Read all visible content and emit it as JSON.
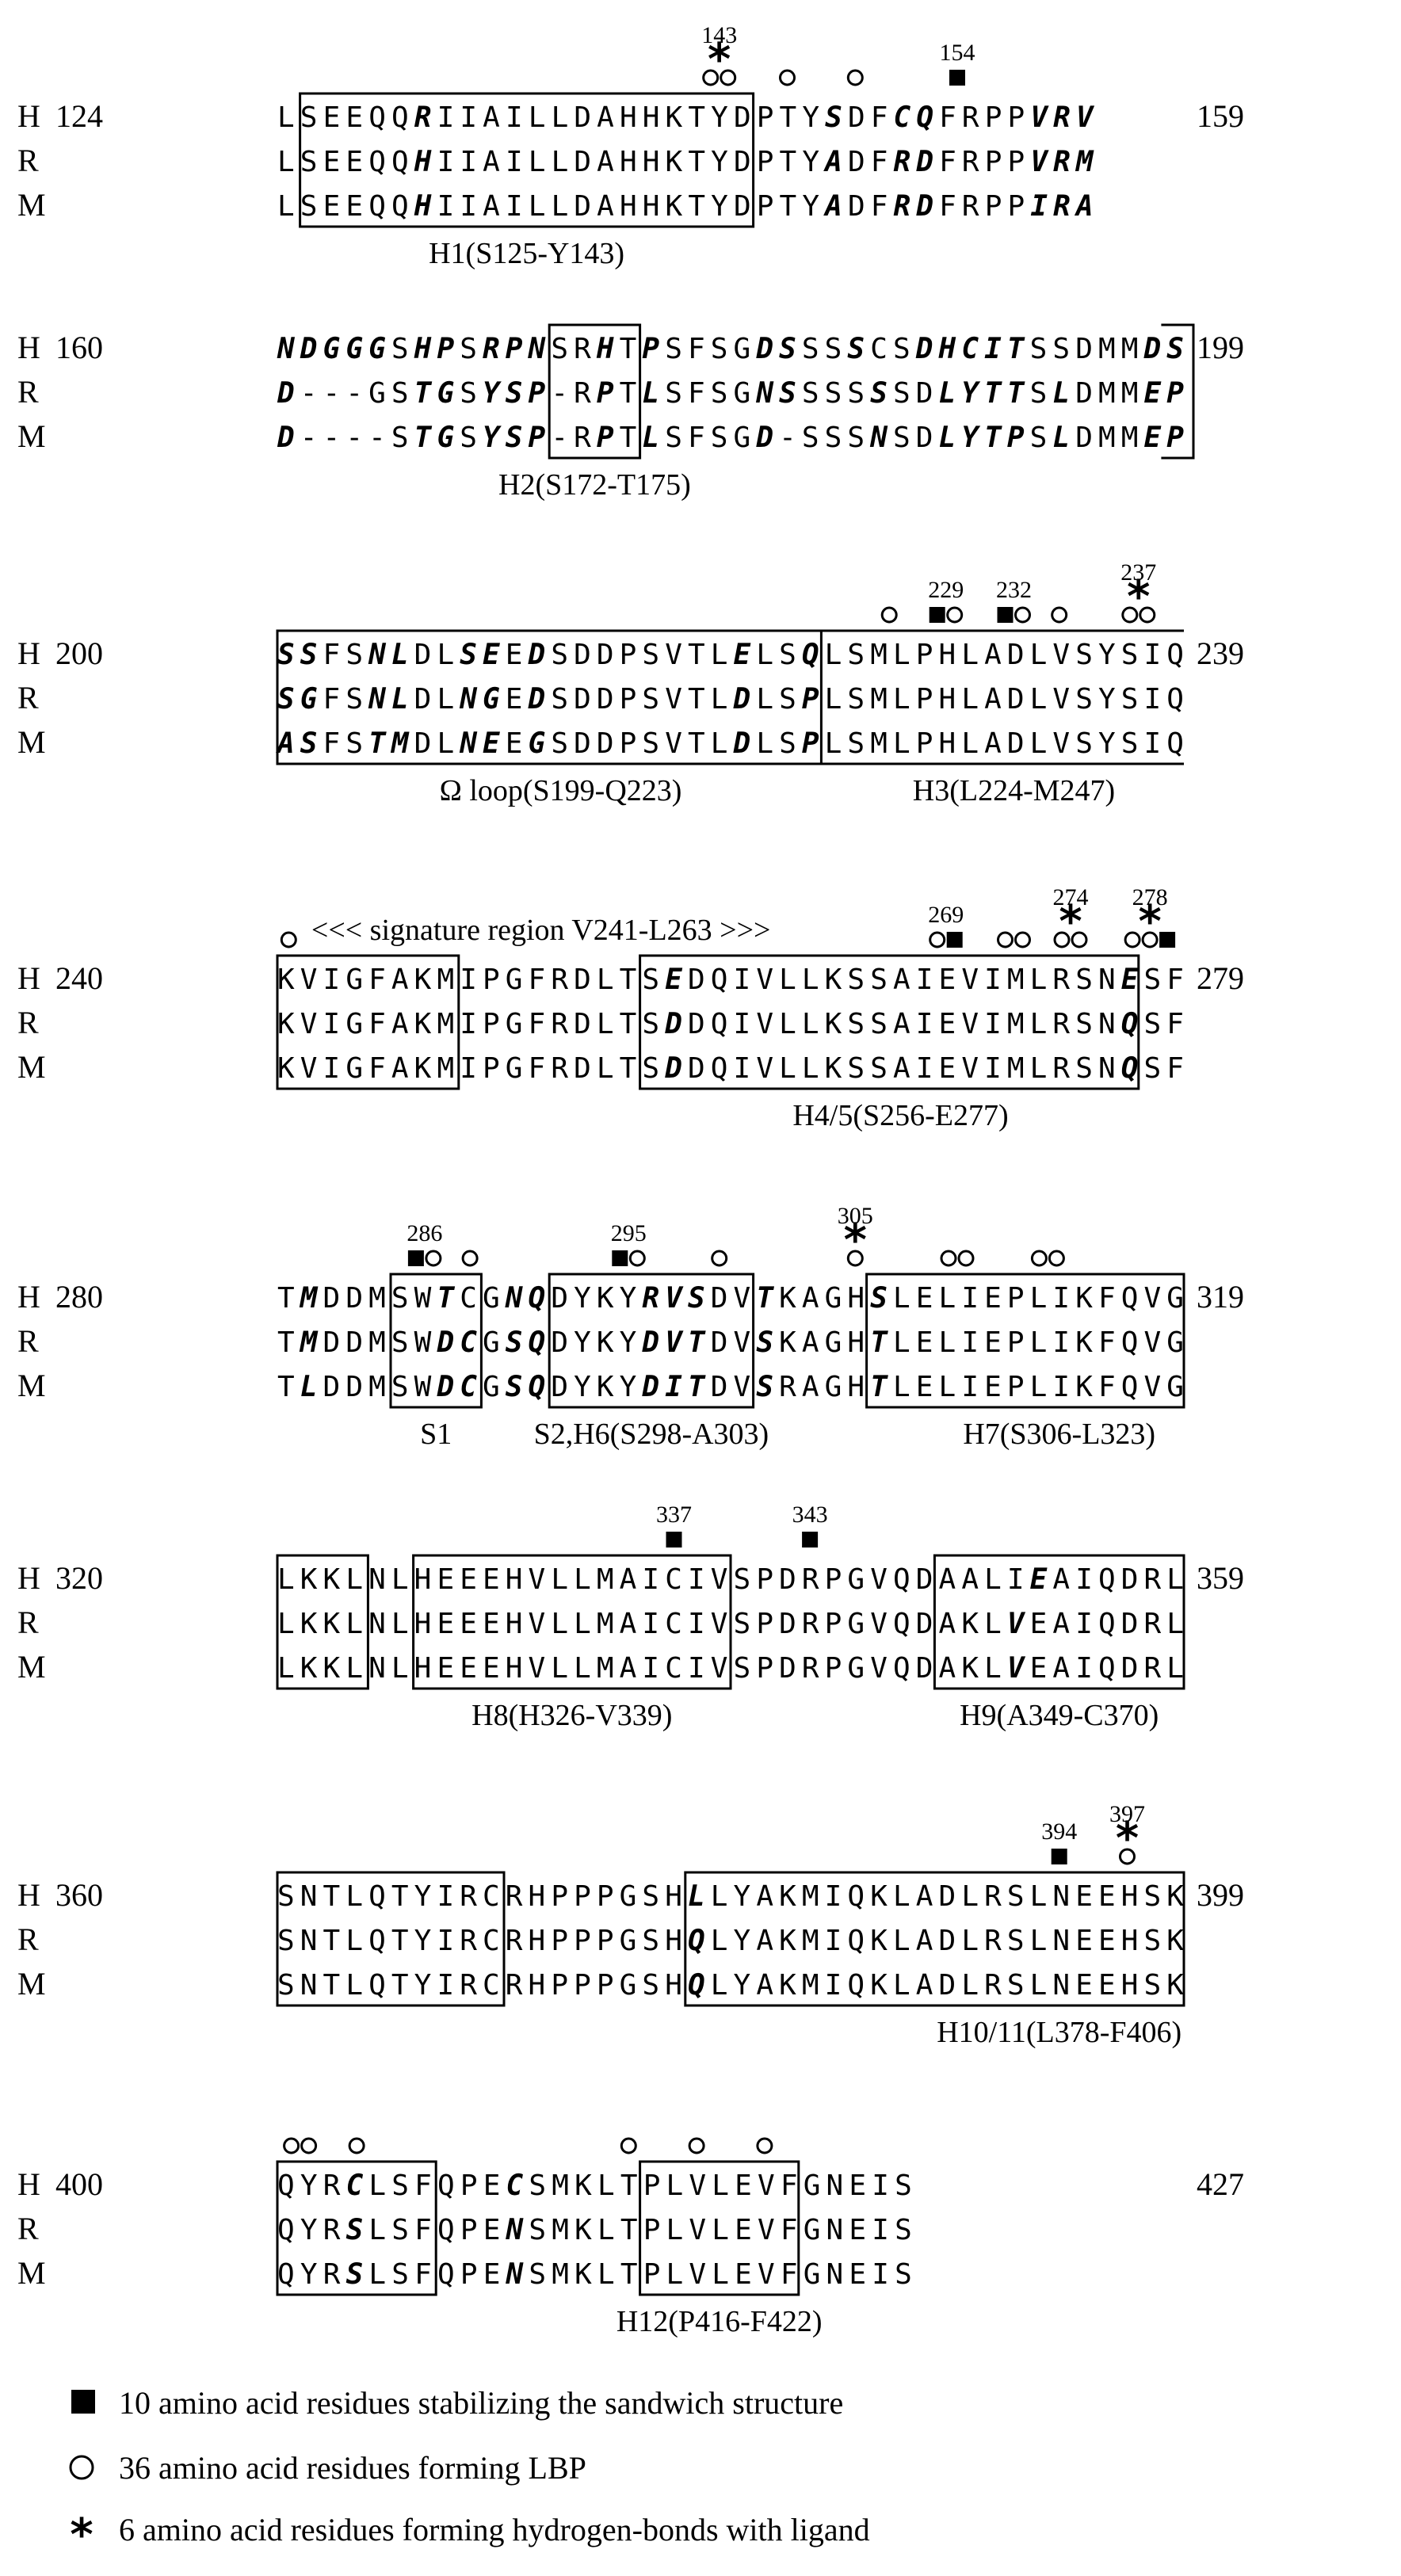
{
  "legend": [
    {
      "symbol": "square",
      "text": "10 amino acid residues stabilizing the sandwich structure"
    },
    {
      "symbol": "circle",
      "text": "36 amino acid residues forming LBP"
    },
    {
      "symbol": "asterisk",
      "text": "6 amino acid residues forming hydrogen-bonds with ligand"
    }
  ],
  "blocks": [
    {
      "rows": [
        {
          "species": "H",
          "start": "124",
          "end": "159",
          "seq": "LSEEQQRIIAILLDAHHKTYDPTYSDFCQFRPPVRV",
          "bold": [
            6,
            24,
            27,
            28,
            33,
            34,
            35
          ]
        },
        {
          "species": "R",
          "start": "",
          "end": "",
          "seq": "LSEEQQHIIAILLDAHHKTYDPTYADFRDFRPPVRM",
          "bold": [
            6,
            24,
            27,
            28,
            33,
            34,
            35
          ]
        },
        {
          "species": "M",
          "start": "",
          "end": "",
          "seq": "LSEEQQHIIAILLDAHHKTYDPTYADFRDFRPPIRA",
          "bold": [
            6,
            24,
            27,
            28,
            33,
            34,
            35
          ]
        }
      ],
      "boxes": [
        [
          1,
          20
        ]
      ],
      "lines": [],
      "captions": [
        {
          "text": "H1(S125-Y143)",
          "col": 10.5
        }
      ],
      "markers": [
        {
          "col": 19,
          "symbols": [
            "circle",
            "circle"
          ],
          "star": true,
          "num": "143"
        },
        {
          "col": 22,
          "symbols": [
            "circle"
          ]
        },
        {
          "col": 25,
          "symbols": [
            "circle"
          ]
        },
        {
          "col": 29.5,
          "symbols": [
            "square"
          ],
          "num": "154"
        }
      ],
      "extra": ""
    },
    {
      "rows": [
        {
          "species": "H",
          "start": "160",
          "end": "199",
          "seq": "NDGGGSHPSRPNSRHTPSFSGDSSSSCSDHCITSSDMMDS",
          "bold": [
            0,
            1,
            2,
            3,
            4,
            6,
            7,
            9,
            10,
            11,
            14,
            16,
            21,
            22,
            25,
            28,
            29,
            30,
            31,
            32,
            38,
            39
          ]
        },
        {
          "species": "R",
          "start": "",
          "end": "",
          "seq": "D---GSTGSYSP-RPTLSFSGNSSSSSSDLYTTSLDMMEP",
          "bold": [
            0,
            6,
            7,
            9,
            10,
            11,
            14,
            16,
            21,
            22,
            26,
            29,
            30,
            31,
            32,
            34,
            38,
            39
          ]
        },
        {
          "species": "M",
          "start": "",
          "end": "",
          "seq": "D----STGSYSP-RPTLSFSGD-SSSNSDLYTPSLDMMEP",
          "bold": [
            0,
            6,
            7,
            9,
            10,
            11,
            14,
            16,
            21,
            26,
            29,
            30,
            31,
            32,
            34,
            38,
            39
          ]
        }
      ],
      "boxes": [
        [
          12,
          15
        ]
      ],
      "lines": [],
      "bracket": {
        "col": 39
      },
      "captions": [
        {
          "text": "H2(S172-T175)",
          "col": 13.5
        }
      ],
      "markers": []
    },
    {
      "rows": [
        {
          "species": "H",
          "start": "200",
          "end": "239",
          "seq": "SSFSNLDLSEEDSDDPSVTLELSQLSMLPHLADLVSYSIQ",
          "bold": [
            0,
            1,
            4,
            5,
            8,
            9,
            11,
            20,
            23
          ]
        },
        {
          "species": "R",
          "start": "",
          "end": "",
          "seq": "SGFSNLDLNGEDSDDPSVTLDLSPLSMLPHLADLVSYSIQ",
          "bold": [
            0,
            1,
            4,
            5,
            8,
            9,
            11,
            20,
            23
          ]
        },
        {
          "species": "M",
          "start": "",
          "end": "",
          "seq": "ASFSTMDLNEEGSDDPSVTLDLSPLSMLPHLADLVSYSIQ",
          "bold": [
            0,
            1,
            4,
            5,
            8,
            9,
            11,
            20,
            23
          ]
        }
      ],
      "boxes": [
        [
          0,
          23
        ]
      ],
      "lines": [
        [
          24,
          39
        ]
      ],
      "captions": [
        {
          "text": "Ω loop(S199-Q223)",
          "col": 12
        },
        {
          "text": "H3(L224-M247)",
          "col": 32
        }
      ],
      "markers": [
        {
          "col": 26.5,
          "symbols": [
            "circle"
          ]
        },
        {
          "col": 29,
          "symbols": [
            "square",
            "circle"
          ],
          "num": "229"
        },
        {
          "col": 32,
          "symbols": [
            "square",
            "circle"
          ],
          "num": "232"
        },
        {
          "col": 34,
          "symbols": [
            "circle"
          ]
        },
        {
          "col": 37.5,
          "symbols": [
            "circle",
            "circle"
          ],
          "star": true,
          "num": "237"
        }
      ]
    },
    {
      "rows": [
        {
          "species": "H",
          "start": "240",
          "end": "279",
          "seq": "KVIGFAKMIPGFRDLTSEDQIVLLKSSAIEVIMLRSNESF",
          "bold": [
            17,
            37
          ]
        },
        {
          "species": "R",
          "start": "",
          "end": "",
          "seq": "KVIGFAKMIPGFRDLTSDDQIVLLKSSAIEVIMLRSNQSF",
          "bold": [
            17,
            37
          ]
        },
        {
          "species": "M",
          "start": "",
          "end": "",
          "seq": "KVIGFAKMIPGFRDLTSDDQIVLLKSSAIEVIMLRSNQSF",
          "bold": [
            17,
            37
          ]
        }
      ],
      "boxes": [
        [
          0,
          7
        ],
        [
          16,
          37
        ]
      ],
      "lines": [],
      "captions": [
        {
          "text": "H4/5(S256-E277)",
          "col": 27
        }
      ],
      "signature": "<<<  signature region V241-L263  >>>",
      "markers": [
        {
          "col": 0,
          "symbols": [
            "circle"
          ]
        },
        {
          "col": 29,
          "symbols": [
            "circle",
            "square"
          ],
          "num": "269"
        },
        {
          "col": 32,
          "symbols": [
            "circle",
            "circle"
          ]
        },
        {
          "col": 34.5,
          "symbols": [
            "circle",
            "circle"
          ],
          "star": true,
          "num": "274"
        },
        {
          "col": 38,
          "symbols": [
            "circle",
            "circle",
            "square"
          ],
          "star": true,
          "num": "278"
        }
      ]
    },
    {
      "rows": [
        {
          "species": "H",
          "start": "280",
          "end": "319",
          "seq": "TMDDMSWTCGNQDYKYRVSDVTKAGHSLELIEPLIKFQVG",
          "bold": [
            1,
            7,
            10,
            11,
            16,
            17,
            18,
            21,
            26
          ]
        },
        {
          "species": "R",
          "start": "",
          "end": "",
          "seq": "TMDDMSWDCGSQDYKYDVTDVSKAGHTLELIEPLIKFQVG",
          "bold": [
            1,
            7,
            8,
            10,
            11,
            16,
            17,
            18,
            21,
            26
          ]
        },
        {
          "species": "M",
          "start": "",
          "end": "",
          "seq": "TLDDMSWDCGSQDYKYDITDVSRAGHTLELIEPLIKFQVG",
          "bold": [
            1,
            7,
            8,
            10,
            11,
            16,
            17,
            18,
            21,
            26
          ]
        }
      ],
      "boxes": [
        [
          5,
          8
        ],
        [
          12,
          20
        ],
        [
          26,
          39
        ]
      ],
      "lines": [],
      "captions": [
        {
          "text": "S1",
          "col": 6.5
        },
        {
          "text": "S2,H6(S298-A303)",
          "col": 16
        },
        {
          "text": "H7(S306-L323)",
          "col": 34
        }
      ],
      "markers": [
        {
          "col": 6,
          "symbols": [
            "square",
            "circle"
          ],
          "num": "286"
        },
        {
          "col": 8,
          "symbols": [
            "circle"
          ]
        },
        {
          "col": 15,
          "symbols": [
            "square",
            "circle"
          ],
          "num": "295"
        },
        {
          "col": 19,
          "symbols": [
            "circle"
          ]
        },
        {
          "col": 25,
          "symbols": [
            "circle"
          ],
          "star": true,
          "num": "305"
        },
        {
          "col": 29.5,
          "symbols": [
            "circle",
            "circle"
          ]
        },
        {
          "col": 33.5,
          "symbols": [
            "circle",
            "circle"
          ]
        }
      ]
    },
    {
      "rows": [
        {
          "species": "H",
          "start": "320",
          "end": "359",
          "seq": "LKKLNLHEEEHVLLMAICIVSPDRPGVQDAALIEAIQDRL",
          "bold": [
            33
          ]
        },
        {
          "species": "R",
          "start": "",
          "end": "",
          "seq": "LKKLNLHEEEHVLLMAICIVSPDRPGVQDAKLVEAIQDRL",
          "bold": [
            32
          ]
        },
        {
          "species": "M",
          "start": "",
          "end": "",
          "seq": "LKKLNLHEEEHVLLMAICIVSPDRPGVQDAKLVEAIQDRL",
          "bold": [
            32
          ]
        }
      ],
      "boxes": [
        [
          0,
          3
        ],
        [
          6,
          19
        ],
        [
          29,
          39
        ]
      ],
      "lines": [],
      "captions": [
        {
          "text": "H8(H326-V339)",
          "col": 12.5
        },
        {
          "text": "H9(A349-C370)",
          "col": 34
        }
      ],
      "markers": [
        {
          "col": 17,
          "symbols": [
            "square"
          ],
          "num": "337"
        },
        {
          "col": 23,
          "symbols": [
            "square"
          ],
          "num": "343"
        }
      ]
    },
    {
      "rows": [
        {
          "species": "H",
          "start": "360",
          "end": "399",
          "seq": "SNTLQTYIRCRHPPPGSHLLYAKMIQKLADLRSLNEEHSK",
          "bold": [
            18
          ]
        },
        {
          "species": "R",
          "start": "",
          "end": "",
          "seq": "SNTLQTYIRCRHPPPGSHQLYAKMIQKLADLRSLNEEHSK",
          "bold": [
            18
          ]
        },
        {
          "species": "M",
          "start": "",
          "end": "",
          "seq": "SNTLQTYIRCRHPPPGSHQLYAKMIQKLADLRSLNEEHSK",
          "bold": [
            18
          ]
        }
      ],
      "boxes": [
        [
          0,
          9
        ],
        [
          18,
          39
        ]
      ],
      "lines": [],
      "captions": [
        {
          "text": "H10/11(L378-F406)",
          "col": 34
        }
      ],
      "markers": [
        {
          "col": 34,
          "symbols": [
            "square"
          ],
          "num": "394"
        },
        {
          "col": 37,
          "symbols": [
            "circle"
          ],
          "star": true,
          "num": "397"
        }
      ]
    },
    {
      "rows": [
        {
          "species": "H",
          "start": "400",
          "end": "427",
          "seq": "QYRCLSFQPECSMKLTPLVLEVFGNEIS",
          "bold": [
            3,
            10
          ]
        },
        {
          "species": "R",
          "start": "",
          "end": "",
          "seq": "QYRSLSFQPENSMKLTPLVLEVFGNEIS",
          "bold": [
            3,
            10
          ]
        },
        {
          "species": "M",
          "start": "",
          "end": "",
          "seq": "QYRSLSFQPENSMKLTPLVLEVFGNEIS",
          "bold": [
            3,
            10
          ]
        }
      ],
      "boxes": [
        [
          0,
          6
        ],
        [
          16,
          22
        ]
      ],
      "lines": [],
      "captions": [
        {
          "text": "H12(P416-F422)",
          "col": 19
        }
      ],
      "markers": [
        {
          "col": 0.5,
          "symbols": [
            "circle",
            "circle"
          ]
        },
        {
          "col": 3,
          "symbols": [
            "circle"
          ]
        },
        {
          "col": 15,
          "symbols": [
            "circle"
          ]
        },
        {
          "col": 18,
          "symbols": [
            "circle"
          ]
        },
        {
          "col": 21,
          "symbols": [
            "circle"
          ]
        }
      ]
    }
  ]
}
